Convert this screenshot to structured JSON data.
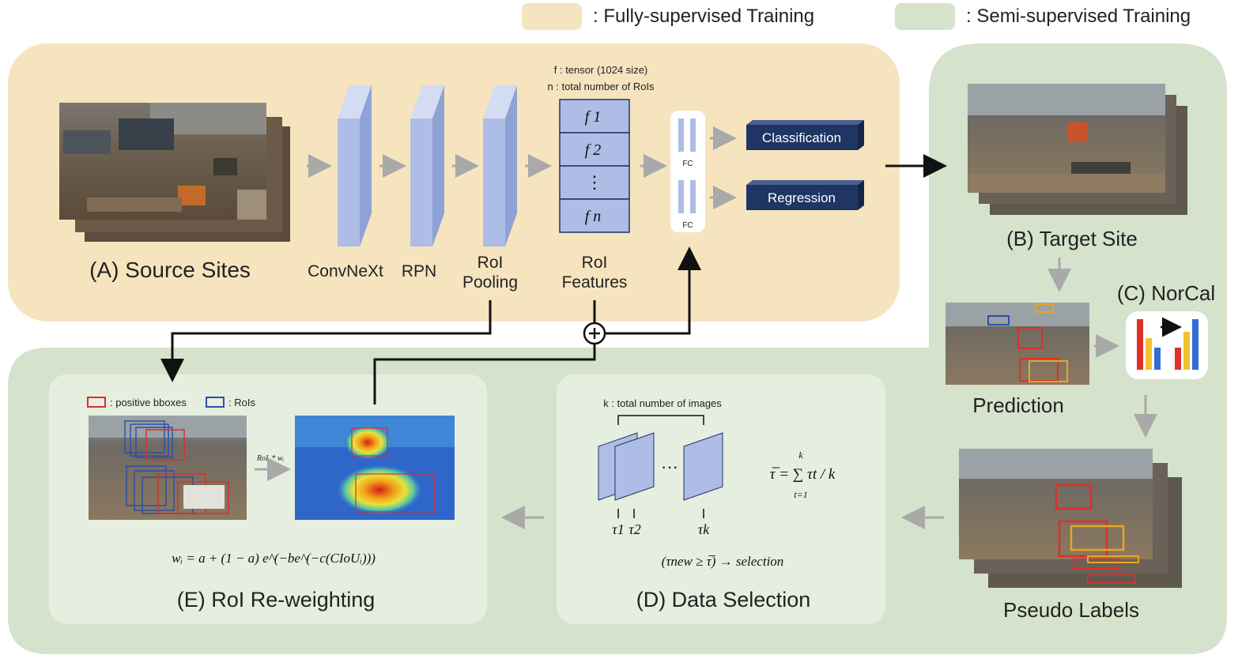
{
  "legend": {
    "fully_supervised": ": Fully-supervised Training",
    "semi_supervised": ": Semi-supervised Training",
    "fully_color": "#f6e4bf",
    "semi_color": "#d5e2cc"
  },
  "sections": {
    "source_sites": "(A) Source Sites",
    "target_site": "(B) Target Site",
    "norcal": "(C) NorCal",
    "data_selection": "(D) Data Selection",
    "roi_reweighting": "(E) RoI Re-weighting"
  },
  "pipeline": {
    "convnext": "ConvNeXt",
    "rpn": "RPN",
    "roi_pooling_1": "RoI",
    "roi_pooling_2": "Pooling",
    "roi_features_1": "RoI",
    "roi_features_2": "Features",
    "f_note": "f : tensor (1024 size)",
    "n_note": "n : total number of RoIs",
    "features": [
      "f 1",
      "f 2",
      "⋮",
      "f n"
    ],
    "fc_label": "FC",
    "classification": "Classification",
    "regression": "Regression"
  },
  "semi": {
    "prediction": "Prediction",
    "pseudo_labels": "Pseudo Labels"
  },
  "data_selection": {
    "k_note": "k : total number of images",
    "dots": "···",
    "tau1": "τ1",
    "tau2": "τ2",
    "tauk": "τk",
    "formula": "τ̅ = ∑ τt / k",
    "sum_top": "k",
    "sum_bottom": "t=1",
    "selection": "(τnew ≥ τ̅) → selection"
  },
  "reweighting": {
    "positive_bboxes": ": positive bboxes",
    "rois": ": RoIs",
    "arrow_label": "RoIᵢ * wᵢ",
    "formula": "wᵢ = a + (1 − a) e^(−be^(−c(CIoUᵢ)))"
  },
  "colors": {
    "layer_blue": "#aebde6",
    "head_navy": "#1f3563",
    "box_red": "#d9302b",
    "box_blue": "#2d4fa3",
    "box_orange": "#eaa520"
  }
}
